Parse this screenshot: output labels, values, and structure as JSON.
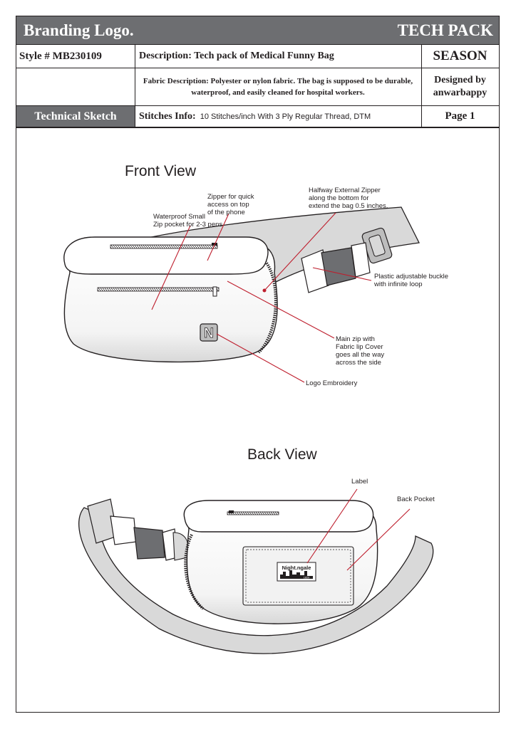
{
  "header": {
    "brand": "Branding Logo.",
    "doc_type": "TECH PACK"
  },
  "info": {
    "style": "Style # MB230109",
    "description": "Description: Tech pack of Medical Funny Bag",
    "season": "SEASON",
    "fabric_label": "Fabric Description:",
    "fabric_text": "Polyester or nylon fabric. The bag is supposed to be durable, waterproof, and easily cleaned for hospital workers.",
    "designed_by": [
      "Designed by",
      "anwarbappy"
    ],
    "section": "Technical Sketch",
    "stitches_label": "Stitches Info:",
    "stitches_text": "10 Stitches/inch With 3 Ply Regular Thread, DTM",
    "page": "Page 1"
  },
  "front_view": {
    "title": "Front View",
    "logo_mark": "N",
    "annotations": {
      "pen_pocket": [
        "Waterproof Small",
        "Zip pocket for 2-3 pens"
      ],
      "phone_zip": [
        "Zipper for quick",
        "access on top",
        "of the phone"
      ],
      "external_zip": [
        "Halfway External Zipper",
        "along the bottom for",
        "extend the bag 0.5 inches."
      ],
      "buckle": [
        "Plastic adjustable buckle",
        "with infinite loop"
      ],
      "main_zip": [
        "Main zip with",
        "Fabric lip Cover",
        "goes all the way",
        "across the side"
      ],
      "logo": [
        "Logo Embroidery"
      ]
    }
  },
  "back_view": {
    "title": "Back View",
    "label_brand": "Night.ngale",
    "label_sub": "1820",
    "annotations": {
      "label": [
        "Label"
      ],
      "back_pocket": [
        "Back Pocket"
      ]
    }
  },
  "colors": {
    "header_band": "#6d6e71",
    "outline": "#231f20",
    "callout": "#be1e2d",
    "strap": "#d9d9d9",
    "buckle": "#6d6e71",
    "body_fill": "#ffffff"
  }
}
